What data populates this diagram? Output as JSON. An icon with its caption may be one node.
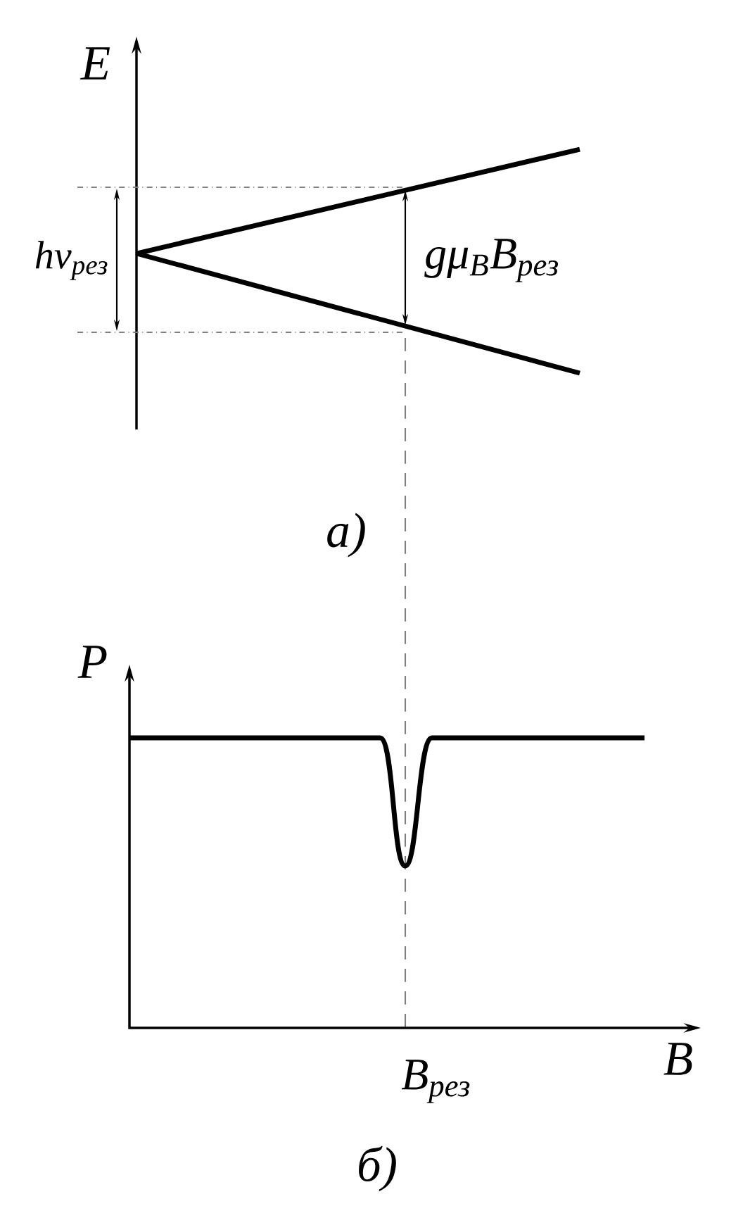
{
  "diagram": {
    "labels": [
      "E",
      "hν$_{рез}$",
      "gμ$_{B}$B$_{рез}$",
      "а)",
      "P",
      "B$_{рез}$",
      "B",
      "б)"
    ]
  }
}
